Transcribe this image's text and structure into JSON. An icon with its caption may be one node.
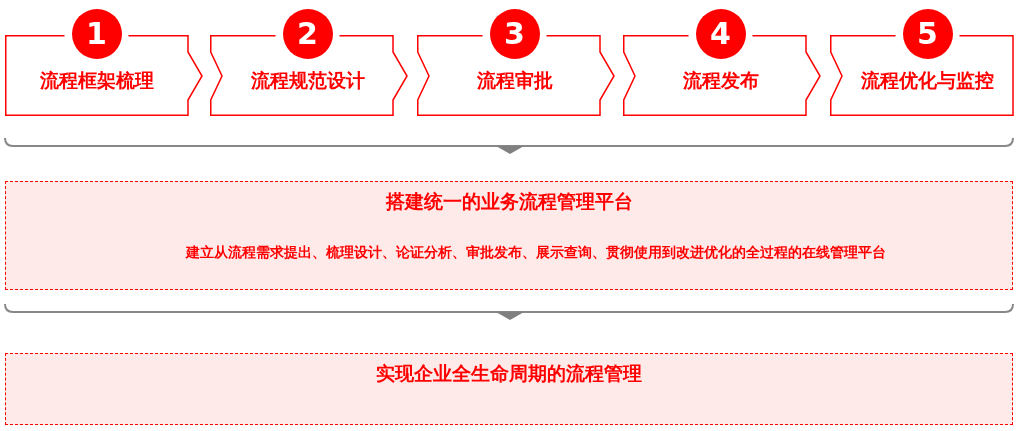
{
  "diagram": {
    "nodes": [
      {
        "text": [
          "1",
          "流程框架梳理"
        ]
      },
      {
        "text": [
          "2",
          "流程规范设计"
        ]
      },
      {
        "text": [
          "3",
          "流程审批"
        ]
      },
      {
        "text": [
          "4",
          "流程发布"
        ]
      },
      {
        "text": [
          "5",
          "流程优化与监控"
        ]
      },
      {
        "text": [
          "搭建统一的业务流程管理平台",
          "建立从流程需求提出、梳理设计、论证分析、审批发布、展示查询、贯彻使用到改进优化的全过程的在线管理平台"
        ]
      },
      {
        "text": [
          "实现企业全生命周期的流程管理"
        ]
      }
    ]
  }
}
